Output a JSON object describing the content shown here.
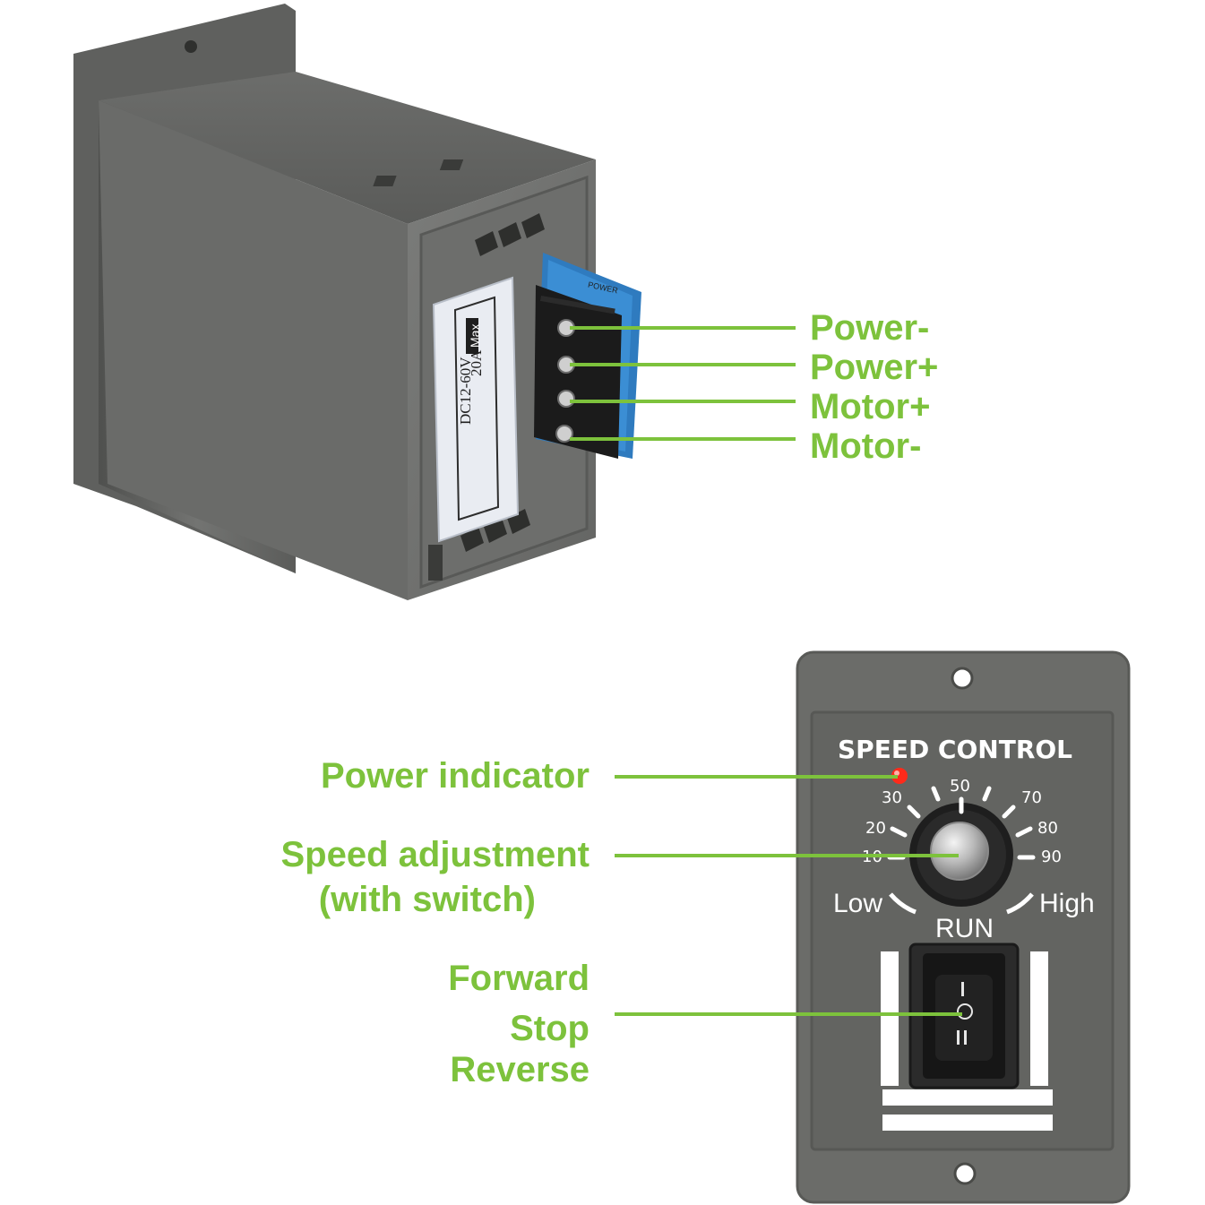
{
  "terminal_labels": [
    "Power-",
    "Power+",
    "Motor+",
    "Motor-"
  ],
  "panel_labels": {
    "power_indicator": "Power indicator",
    "speed_adjustment": "Speed adjustment",
    "speed_adjustment_note": "(with switch)",
    "switch_forward": "Forward",
    "switch_stop": "Stop",
    "switch_reverse": "Reverse"
  },
  "control_plate": {
    "title": "SPEED CONTROL",
    "dial_marks": [
      "10",
      "20",
      "30",
      "50",
      "70",
      "80",
      "90"
    ],
    "low_label": "Low",
    "high_label": "High",
    "run_label": "RUN"
  },
  "device_label": {
    "rating": "DC12-60V",
    "current": "20A",
    "max": "Max",
    "board_label": "POWER"
  },
  "colors": {
    "callout_green": "#7dc23c",
    "housing_gray": "#6f706e",
    "plate_gray": "#6b6c69",
    "led_red": "#ff2a1a"
  }
}
